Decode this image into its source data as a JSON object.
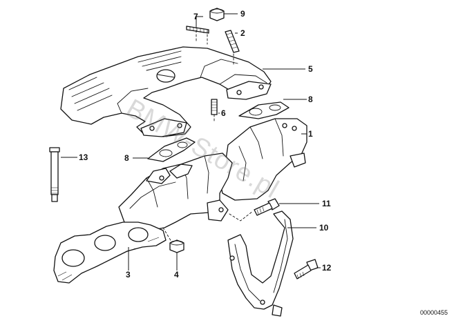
{
  "diagram": {
    "callouts": [
      "1",
      "2",
      "3",
      "4",
      "5",
      "6",
      "7",
      "8",
      "8",
      "9",
      "10",
      "11",
      "12",
      "13"
    ],
    "watermark": "BMW-Store.pl",
    "diagram_code": "00000455",
    "colors": {
      "line": "#111111",
      "background": "#ffffff",
      "watermark": "#9a9a9a"
    }
  }
}
